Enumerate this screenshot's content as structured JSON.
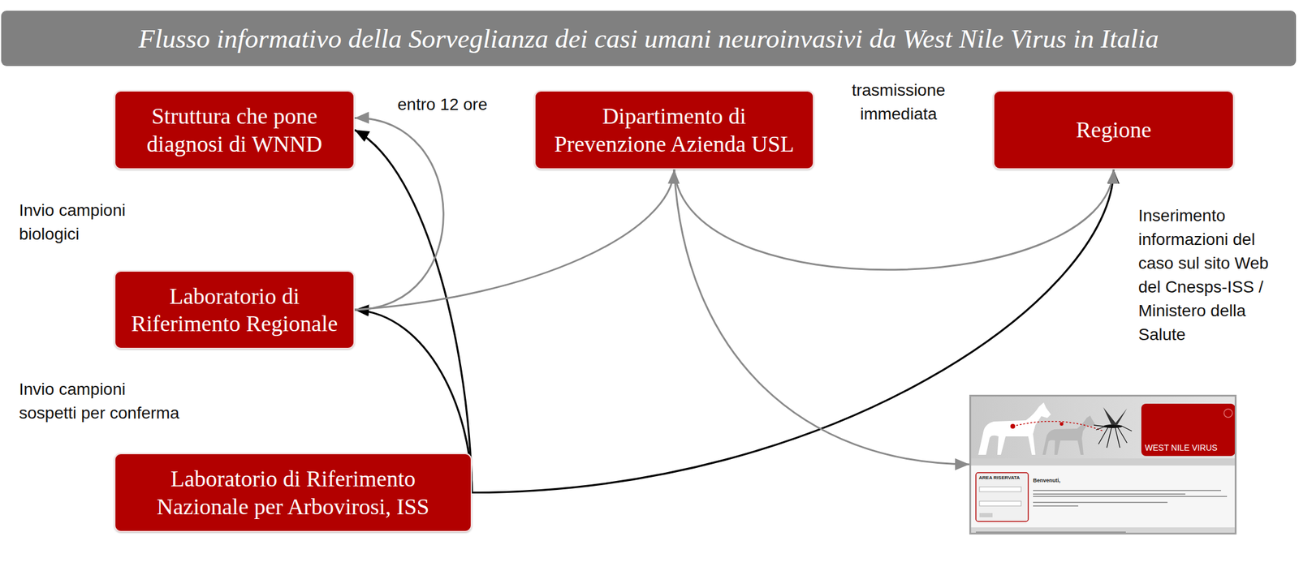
{
  "diagram": {
    "title": "Flusso informativo della Sorveglianza dei casi umani neuroinvasivi da West Nile Virus in Italia",
    "nodes": [
      {
        "text": [
          "Struttura che pone diagnosi di WNND"
        ]
      },
      {
        "text": [
          "Dipartimento di Prevenzione Azienda USL"
        ]
      },
      {
        "text": [
          "Regione"
        ]
      },
      {
        "text": [
          "Laboratorio di Riferimento Regionale"
        ]
      },
      {
        "text": [
          "Laboratorio di Riferimento Nazionale per Arbovirosi, ISS"
        ]
      },
      {
        "text": [
          "WEST NILE VIRUS",
          "AREA RISERVATA",
          "Benvenuti,"
        ]
      }
    ],
    "edges": [
      {
        "from": 4,
        "to": 0,
        "arrow": "to"
      },
      {
        "from": 4,
        "to": 3,
        "arrow": "to"
      },
      {
        "from": 4,
        "to": 2,
        "arrow": "to"
      },
      {
        "from": 3,
        "to": 0,
        "arrow": "to"
      },
      {
        "from": 3,
        "to": 1,
        "arrow": "to"
      },
      {
        "from": 1,
        "to": 2,
        "arrow": "to"
      },
      {
        "from": 1,
        "to": 5,
        "arrow": "to"
      }
    ],
    "labels": [
      "entro 12 ore",
      "trasmissione immediata",
      "Invio campioni biologici",
      "Invio campioni sospetti per conferma",
      "Inserimento informazioni del caso sul sito Web del Cnesps-ISS / Ministero della Salute"
    ]
  }
}
